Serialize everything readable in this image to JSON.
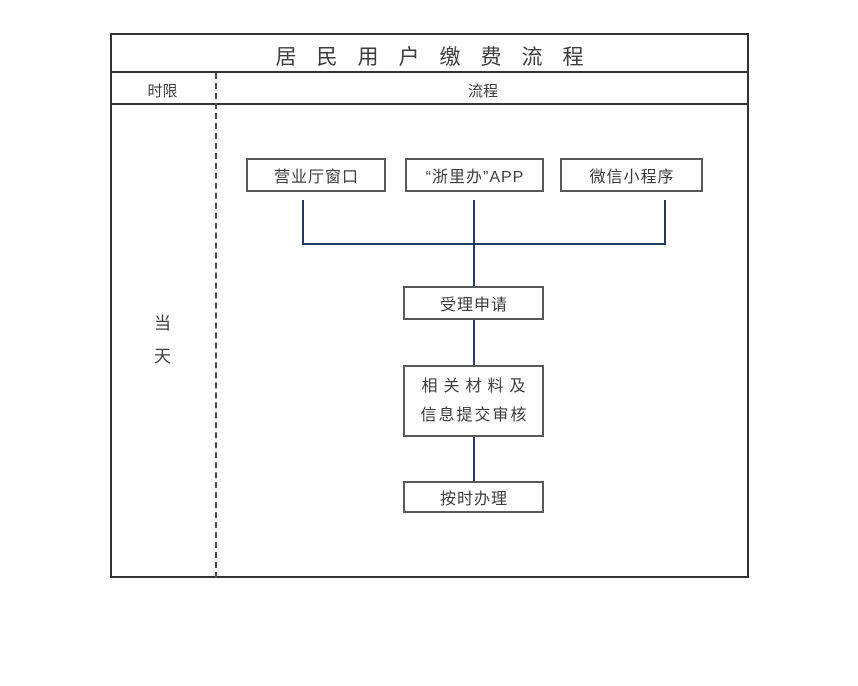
{
  "diagram": {
    "title": "居民用户缴费流程",
    "header": {
      "time_limit_label": "时限",
      "process_label": "流程"
    },
    "time_limit": {
      "char1": "当",
      "char2": "天"
    },
    "channels": [
      {
        "label": "营业厅窗口"
      },
      {
        "label": "“浙里办”APP"
      },
      {
        "label": "微信小程序"
      }
    ],
    "steps": [
      {
        "label": "受理申请"
      },
      {
        "label_line1": "相关材料及",
        "label_line2": "信息提交审核"
      },
      {
        "label": "按时办理"
      }
    ],
    "colors": {
      "connector": "#1f3864",
      "box_border": "#595959",
      "frame_border": "#333333",
      "text": "#3d3d3d"
    }
  }
}
